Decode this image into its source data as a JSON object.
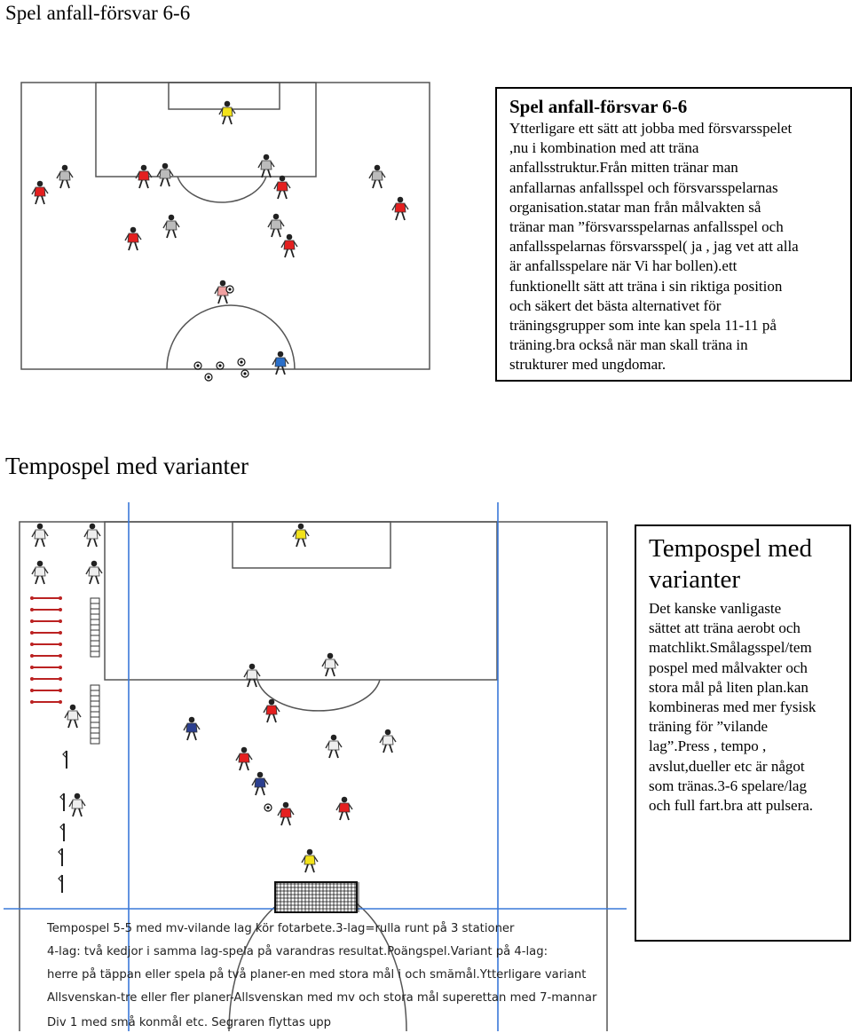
{
  "section1": {
    "heading": "Spel anfall-försvar 6-6",
    "box_title": "Spel anfall-försvar 6-6",
    "box_body": "Ytterligare ett sätt att jobba med försvarsspelet\n,nu i kombination med att träna\nanfallsstruktur.Från mitten tränar man\nanfallarnas anfallsspel och försvarsspelarnas\norganisation.statar man från målvakten så\ntränar man ”försvarsspelarnas anfallsspel och\nanfallsspelarnas försvarsspel( ja , jag vet att alla\när anfallsspelare när Vi har bollen).ett\nfunktionellt sätt att träna i sin riktiga position\noch säkert det bästa alternativet för\nträningsgrupper som inte kan spela 11-11 på\nträning.bra också när man skall träna in\nstrukturer med ungdomar."
  },
  "section2": {
    "heading": "Tempospel med varianter",
    "box_title": "Tempospel med varianter",
    "box_body": "Det kanske vanligaste\nsättet att träna aerobt och\nmatchlikt.Smålagsspel/tem\npospel med målvakter och\nstora mål på liten plan.kan\nkombineras med mer fysisk\nträning för ”vilande\nlag”.Press , tempo ,\navslut,dueller etc är något\nsom tränas.3-6 spelare/lag\noch full fart.bra att pulsera.",
    "caption_lines": [
      "Tempospel 5-5 med mv-vilande lag kör fotarbete.3-lag=rulla runt på 3 stationer",
      "4-lag: två  kedjor i samma lag-spela på varandras resultat.Poängspel.Variant på 4-lag:",
      "herre på täppan eller spela på två planer-en med stora mål i och smămål.Ytterligare variant",
      "Allsvenskan-tre eller fler planer-Allsvenskan med mv och stora mål superettan med 7-mannar",
      "Div 1 med små konmål etc. Segraren flyttas upp"
    ]
  },
  "colors": {
    "attacker": "#e41f1f",
    "defender": "#bbbbbb",
    "goalkeeper": "#f2e21b",
    "coach": "#2a6fc9",
    "guide_line": "#3a78d8",
    "team_blue": "#2b3f8f"
  }
}
